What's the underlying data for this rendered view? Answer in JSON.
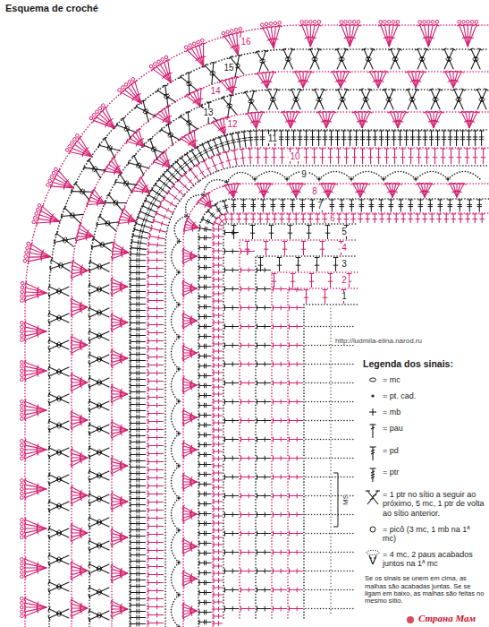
{
  "diagram": {
    "title": "Esquema de croché",
    "labels": [
      "1",
      "2",
      "3",
      "4",
      "5",
      "6",
      "7",
      "8",
      "9",
      "10",
      "11",
      "12",
      "13",
      "14",
      "15",
      "16",
      "http://ludmila-elina.narod.ru",
      "MS",
      "Legenda dos sinais:",
      "Se os sinais se unem em cima, as malhas são acabadas juntas. Se se ligam em baixo, as malhas são feitas no mesmo sítio.",
      "Страна Мам"
    ],
    "legend": [
      {
        "text": "= mc"
      },
      {
        "text": "= pt. cad."
      },
      {
        "text": "= mb"
      },
      {
        "text": "= pau"
      },
      {
        "text": "= pd"
      },
      {
        "text": "= ptr"
      },
      {
        "text": "= 1 ptr no sítio a seguir ao próximo, 5 mc, 1 ptr de volta ao sítio anterior."
      },
      {
        "text": "= picô (3 mc, 1 mb na 1ª mc)"
      },
      {
        "text": "= 4 mc, 2 paus acabados juntos na 1ª mc"
      }
    ]
  }
}
